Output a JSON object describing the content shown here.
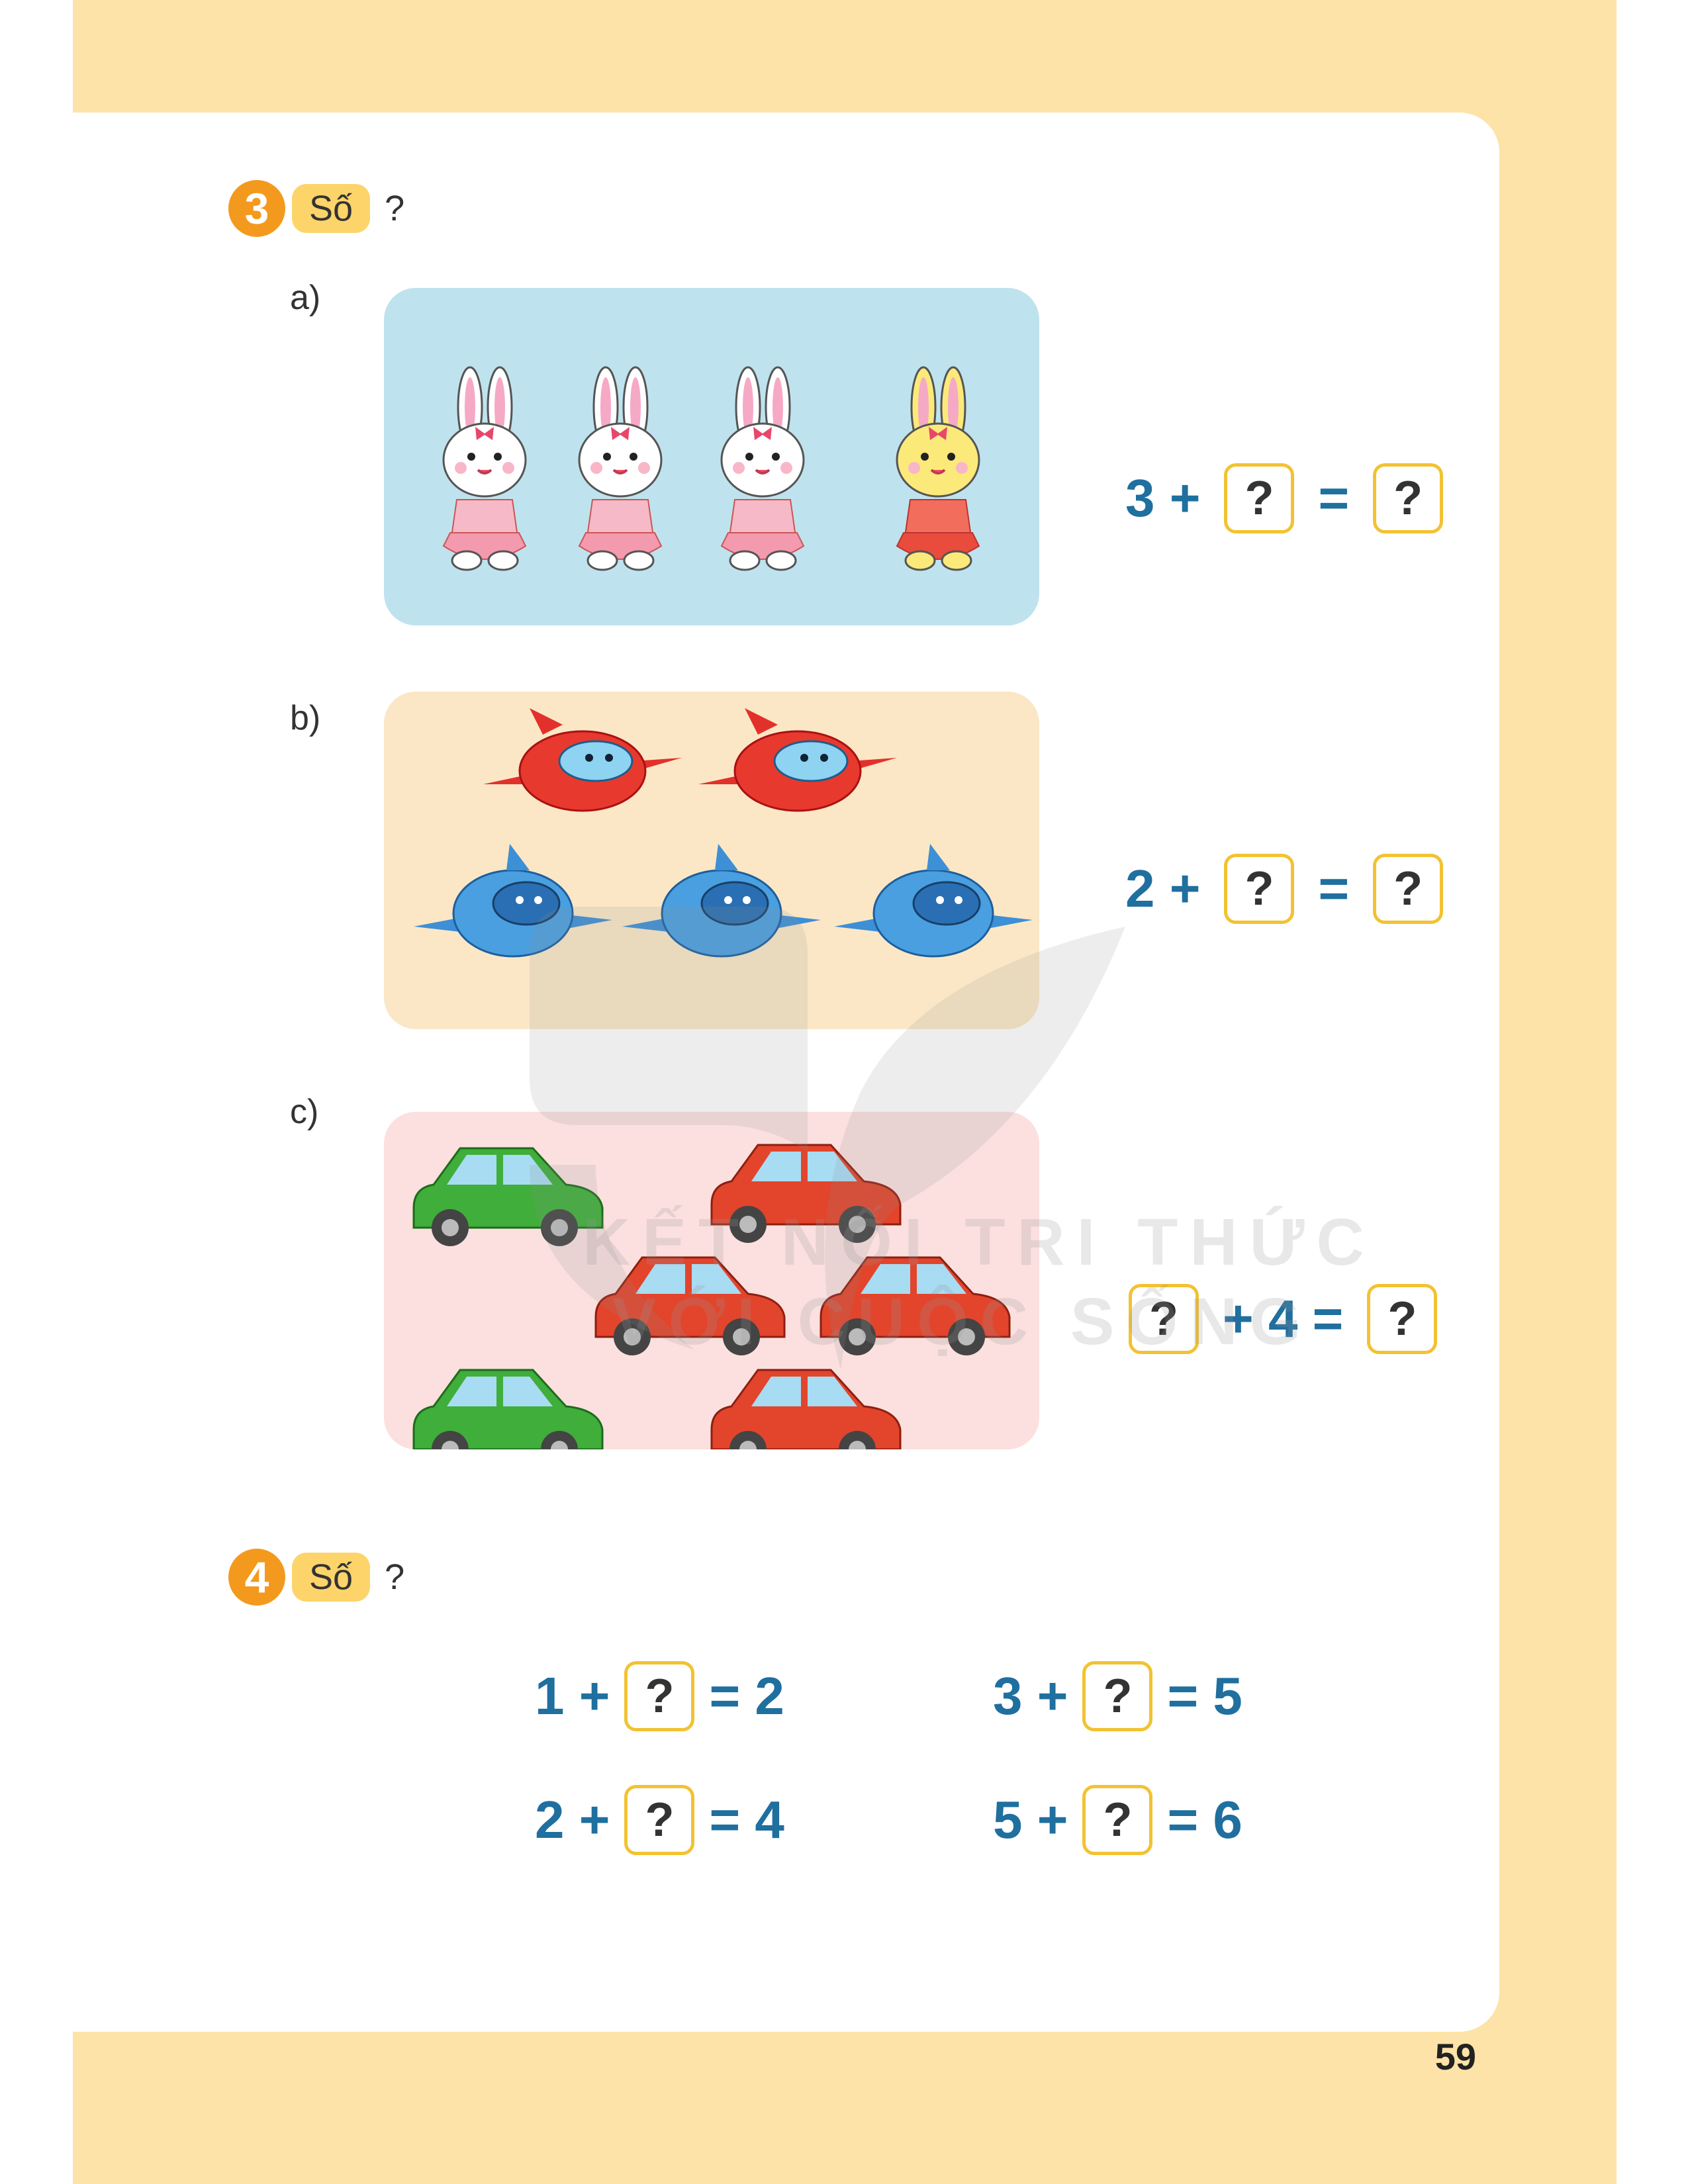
{
  "exercise3": {
    "number": "3",
    "tag": "Số",
    "question": "?",
    "parts": [
      {
        "label": "a)",
        "left": "3 +",
        "mid": "=",
        "right": "",
        "box": "?"
      },
      {
        "label": "b)",
        "left": "2 +",
        "mid": "=",
        "right": "",
        "box": "?"
      },
      {
        "label": "c)",
        "left": "",
        "mid": "+ 4 =",
        "right": "",
        "box": "?"
      }
    ]
  },
  "exercise4": {
    "number": "4",
    "tag": "Số",
    "question": "?",
    "equations": [
      {
        "left": "1 +",
        "box": "?",
        "right": "= 2"
      },
      {
        "left": "3 +",
        "box": "?",
        "right": "= 5"
      },
      {
        "left": "2 +",
        "box": "?",
        "right": "= 4"
      },
      {
        "left": "5 +",
        "box": "?",
        "right": "= 6"
      }
    ]
  },
  "watermark": {
    "line1": "KẾT NỐI TRI THỨC",
    "line2": "VỚI CUỘC SỐNG"
  },
  "page_number": "59",
  "colors": {
    "frame": "#fde3a7",
    "accent": "#f39a1e",
    "tag": "#fcd46a",
    "equation": "#1f6f9f",
    "box_border": "#f2c232"
  }
}
